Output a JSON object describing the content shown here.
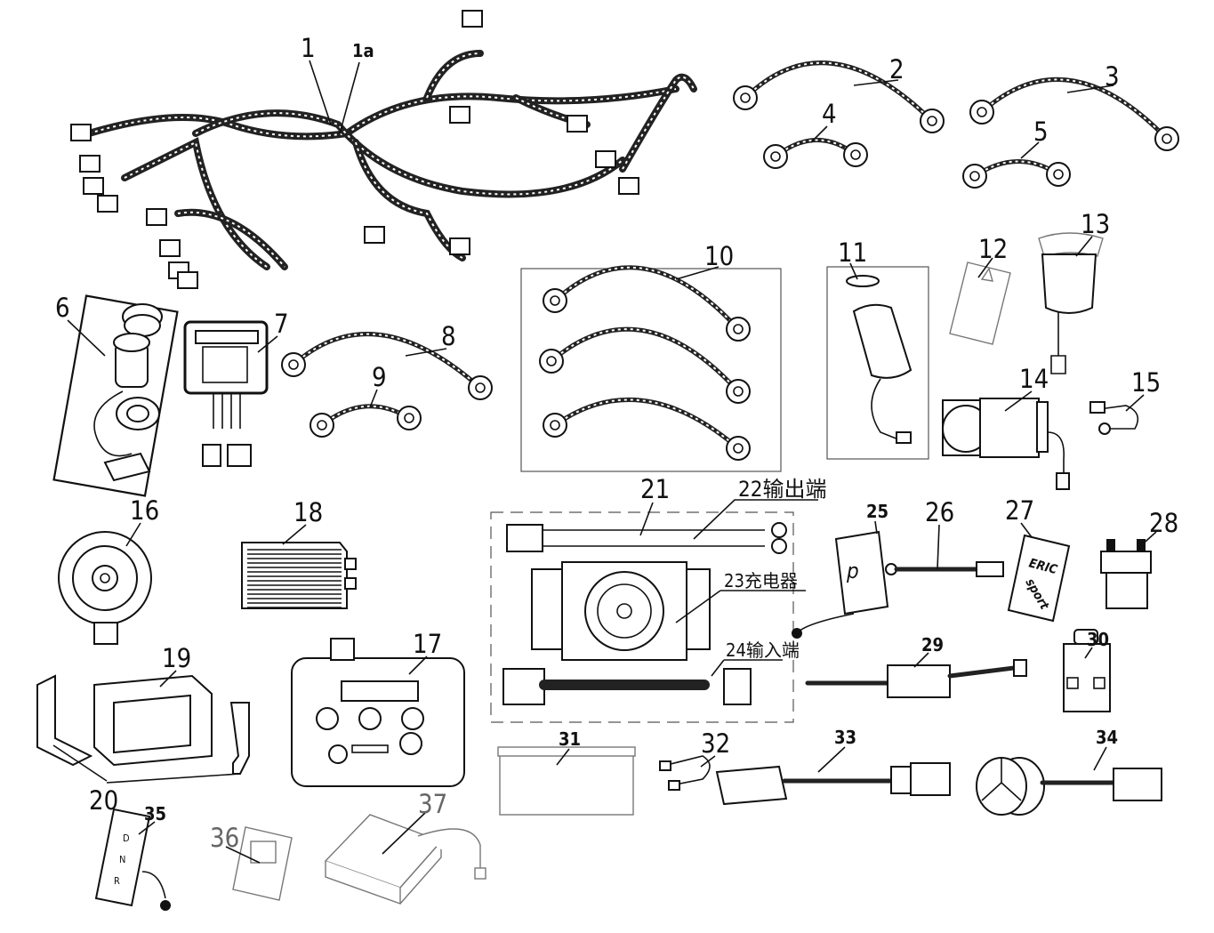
{
  "callouts": {
    "n1": "1",
    "n1a": "1a",
    "n2": "2",
    "n3": "3",
    "n4": "4",
    "n5": "5",
    "n6": "6",
    "n7": "7",
    "n8": "8",
    "n9": "9",
    "n10": "10",
    "n11": "11",
    "n12": "12",
    "n13": "13",
    "n14": "14",
    "n15": "15",
    "n16": "16",
    "n17": "17",
    "n18": "18",
    "n19": "19",
    "n20": "20",
    "n21": "21",
    "n22": "22输出端",
    "n23": "23充电器",
    "n24": "24输入端",
    "n25": "25",
    "n26": "26",
    "n27": "27",
    "n28": "28",
    "n29": "29",
    "n30": "30",
    "n31": "31",
    "n32": "32",
    "n33": "33",
    "n34": "34",
    "n35": "35",
    "n36": "36",
    "n37": "37"
  },
  "part_markings": {
    "switch_25": "p",
    "badge_27_line1": "ERIC",
    "badge_27_line2": "sport",
    "switch_35": [
      "D",
      "N",
      "R"
    ]
  },
  "colors": {
    "line": "#111111",
    "background": "#ffffff"
  }
}
